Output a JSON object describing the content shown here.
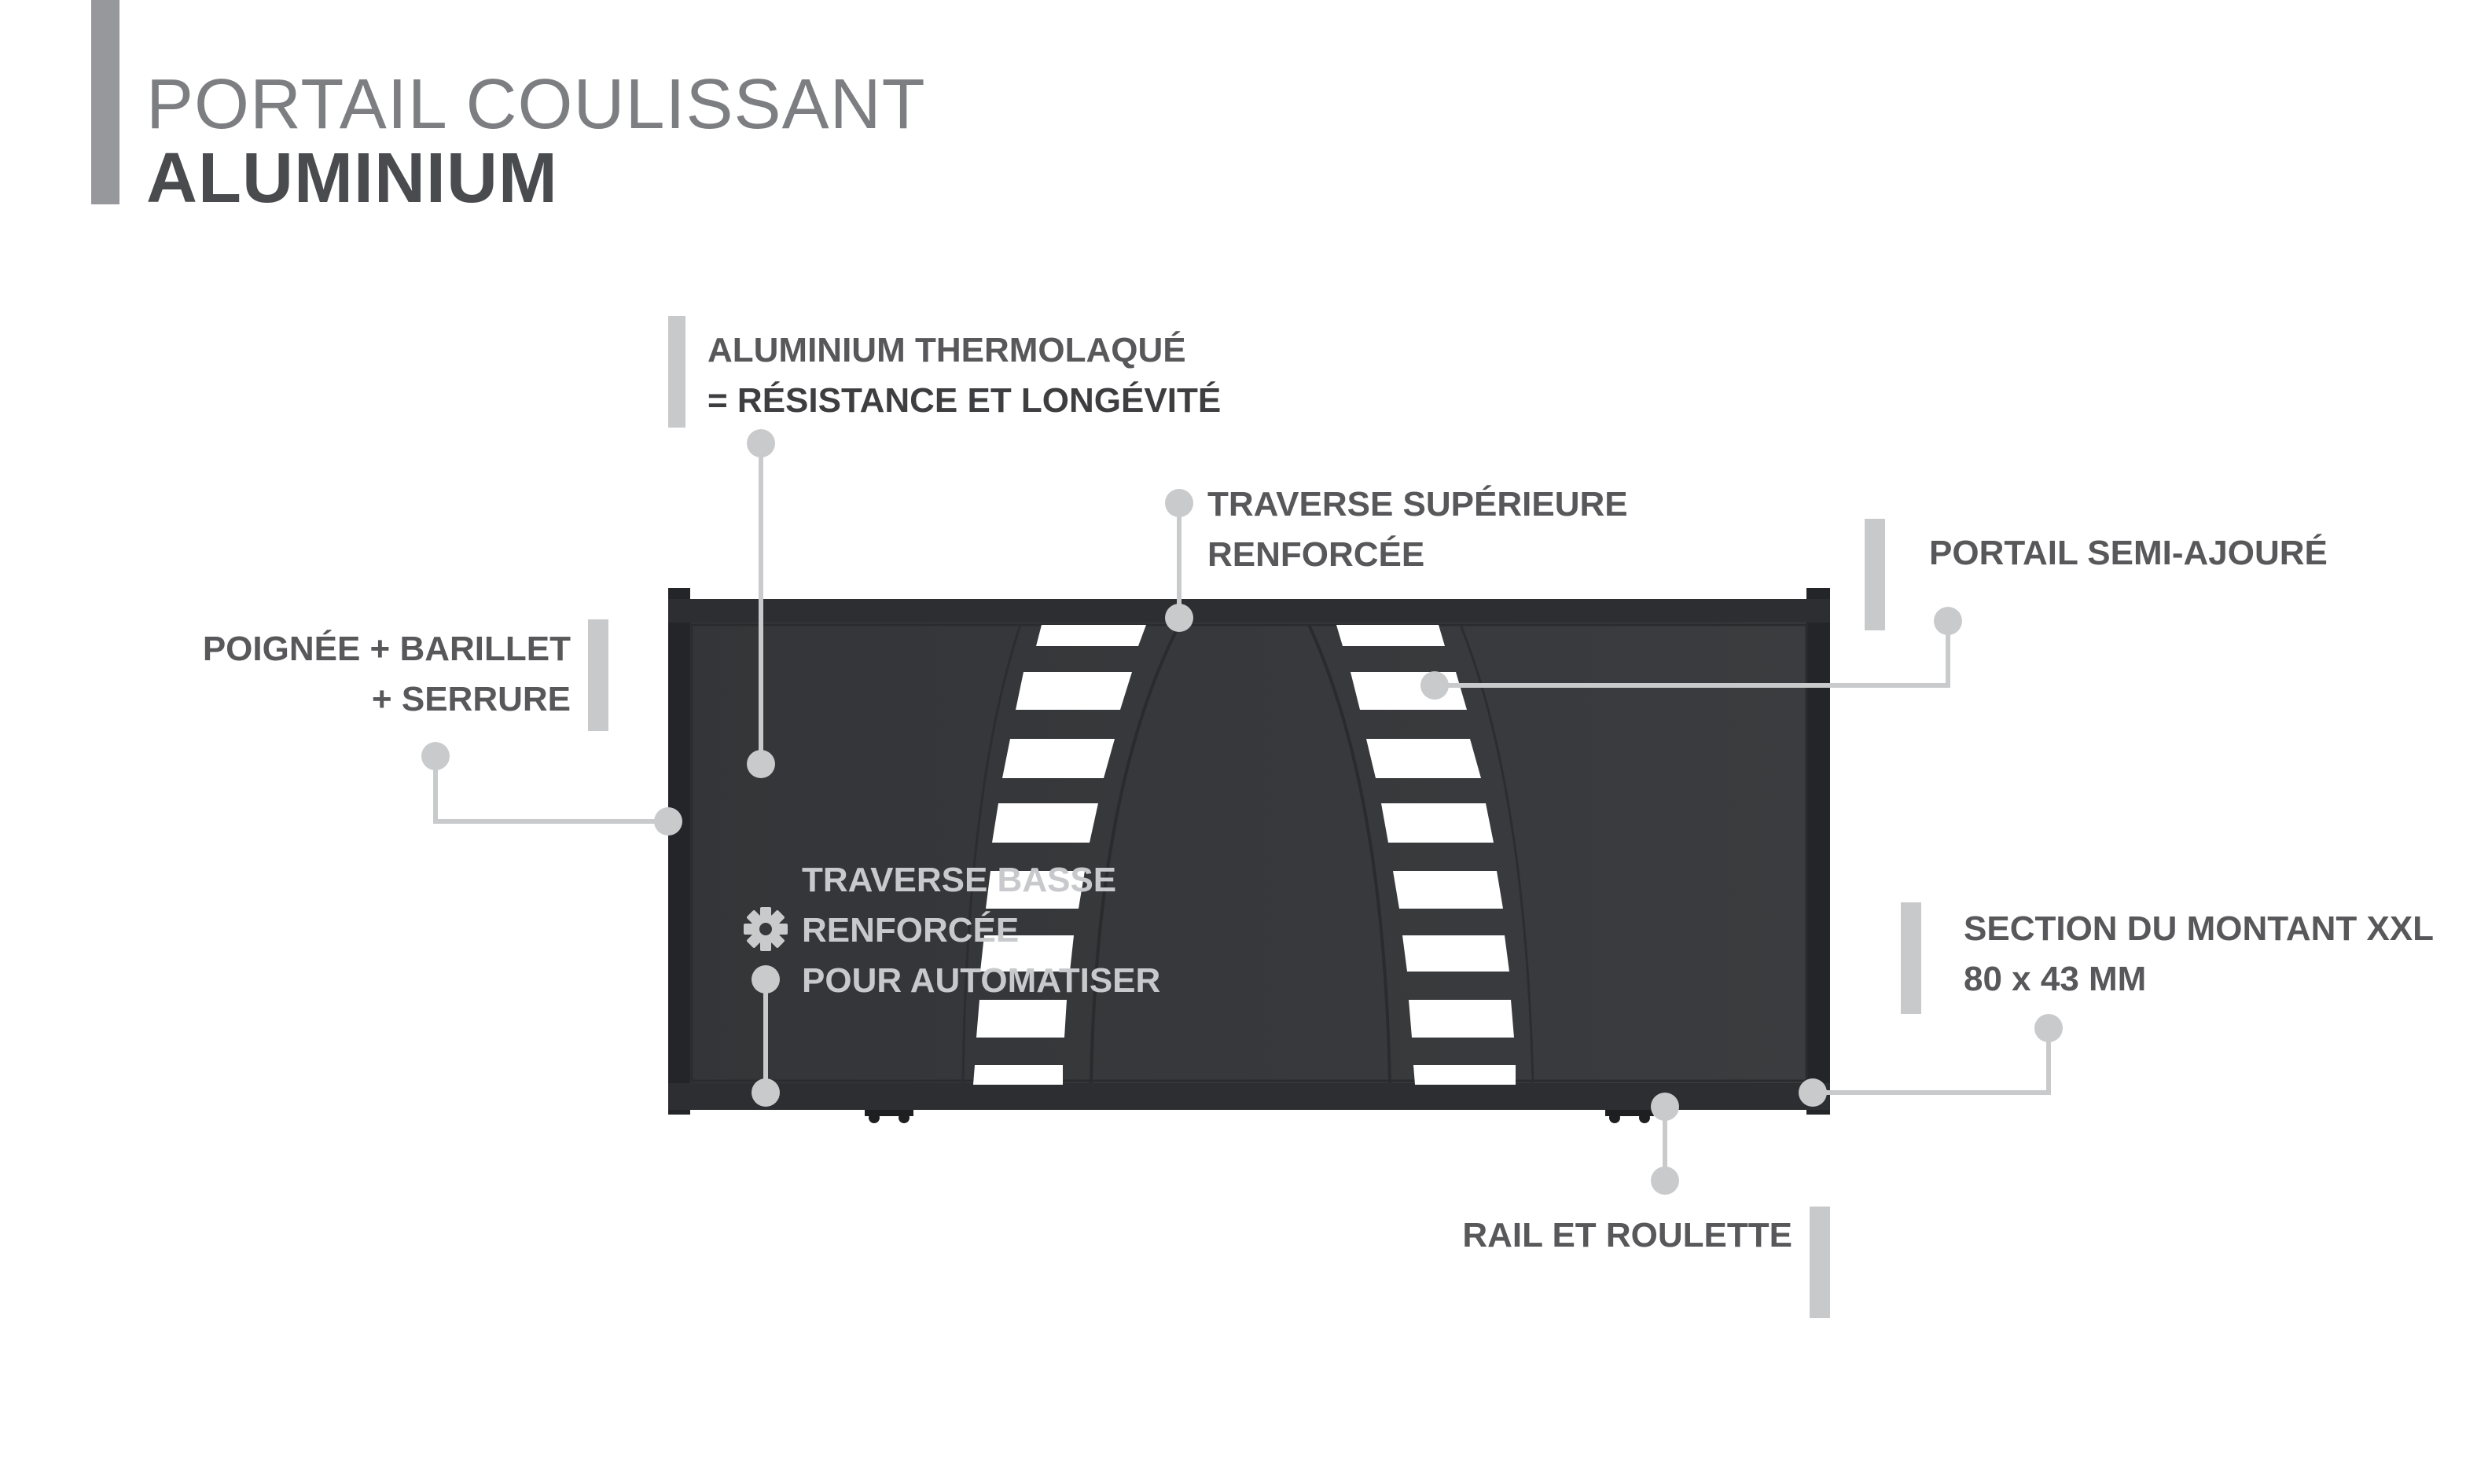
{
  "header": {
    "title_line1": "PORTAIL COULISSANT",
    "title_line2": "ALUMINIUM"
  },
  "callouts": {
    "aluminium": {
      "line1": "ALUMINIUM THERMOLAQUÉ",
      "line2": "= RÉSISTANCE ET LONGÉVITÉ"
    },
    "traverse_sup": {
      "line1": "TRAVERSE SUPÉRIEURE",
      "line2": "RENFORCÉE"
    },
    "semi_ajoure": {
      "line1": "PORTAIL SEMI-AJOURÉ"
    },
    "poignee": {
      "line1": "POIGNÉE + BARILLET",
      "line2": "+ SERRURE"
    },
    "traverse_basse": {
      "line1": "TRAVERSE BASSE",
      "line2": "RENFORCÉE",
      "line3": "POUR AUTOMATISER"
    },
    "section": {
      "line1": "SECTION DU MONTANT XXL",
      "line2": "80 x 43 MM"
    },
    "rail": {
      "line1": "RAIL ET ROULETTE"
    }
  },
  "icons": {
    "gear": "gear-icon"
  },
  "colors": {
    "gate": "#36383b",
    "gate_frame": "#2a2b2e",
    "leader": "#c9cacc",
    "accent_bar": "#c8c9cb",
    "text": "#58585b",
    "title_bar": "#97989b"
  }
}
